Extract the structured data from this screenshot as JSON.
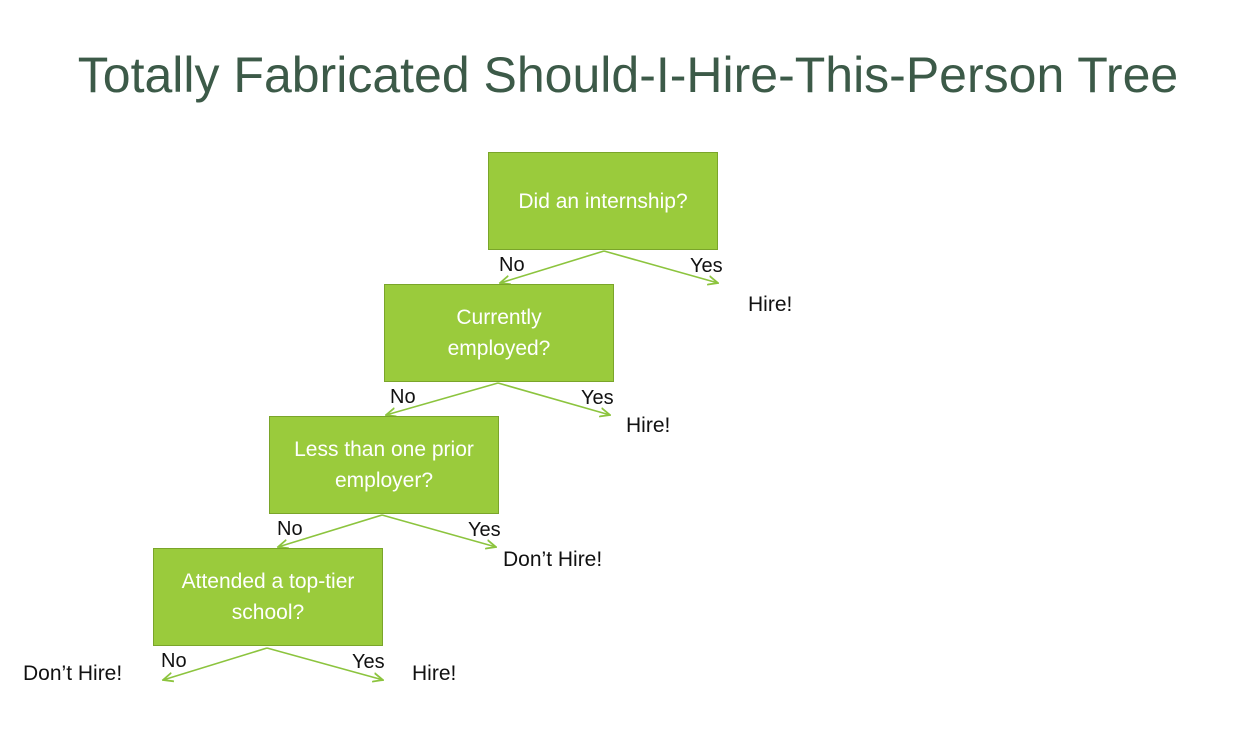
{
  "title": "Totally Fabricated Should-I-Hire-This-Person Tree",
  "colors": {
    "title": "#3c5a48",
    "node_fill": "#9acb3c",
    "node_border": "#7aa52a",
    "edge": "#8cc43e"
  },
  "tree": {
    "nodes": [
      {
        "id": "q1",
        "text": "Did an internship?"
      },
      {
        "id": "q2",
        "text": "Currently employed?"
      },
      {
        "id": "q3",
        "text": "Less than one prior employer?"
      },
      {
        "id": "q4",
        "text": "Attended a top-tier school?"
      }
    ],
    "edge_labels": {
      "no": "No",
      "yes": "Yes"
    },
    "leaves": [
      {
        "id": "q1-yes",
        "text": "Hire!"
      },
      {
        "id": "q2-yes",
        "text": "Hire!"
      },
      {
        "id": "q3-yes",
        "text": "Don’t Hire!"
      },
      {
        "id": "q4-no",
        "text": "Don’t Hire!"
      },
      {
        "id": "q4-yes",
        "text": "Hire!"
      }
    ]
  }
}
